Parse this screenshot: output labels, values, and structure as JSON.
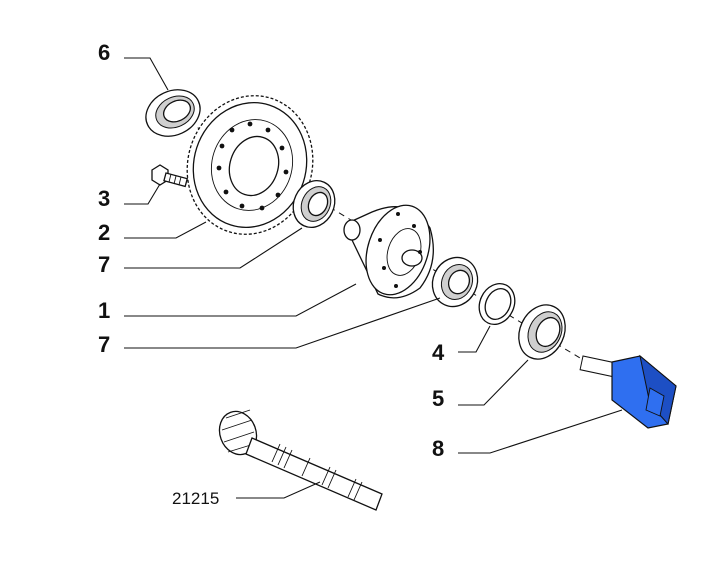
{
  "callouts": [
    {
      "id": "6",
      "label": "6"
    },
    {
      "id": "3",
      "label": "3"
    },
    {
      "id": "2",
      "label": "2"
    },
    {
      "id": "7a",
      "label": "7"
    },
    {
      "id": "1",
      "label": "1"
    },
    {
      "id": "7b",
      "label": "7"
    },
    {
      "id": "4",
      "label": "4"
    },
    {
      "id": "5",
      "label": "5"
    },
    {
      "id": "8",
      "label": "8"
    },
    {
      "id": "21215",
      "label": "21215"
    }
  ],
  "colors": {
    "highlight": "#2f6ff0",
    "highlight_dark": "#1d4fc4",
    "line": "#111111",
    "shade": "#cfcfcf"
  }
}
